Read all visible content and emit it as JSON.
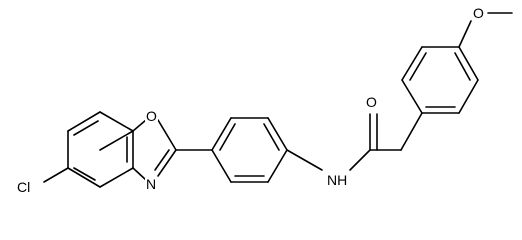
{
  "molecule": {
    "atoms": {
      "chlorine": "Cl",
      "oxazole_oxygen": "O",
      "oxazole_nitrogen": "N",
      "amide_nitrogen": "NH",
      "carbonyl_oxygen": "O",
      "methoxy_oxygen": "O"
    }
  }
}
